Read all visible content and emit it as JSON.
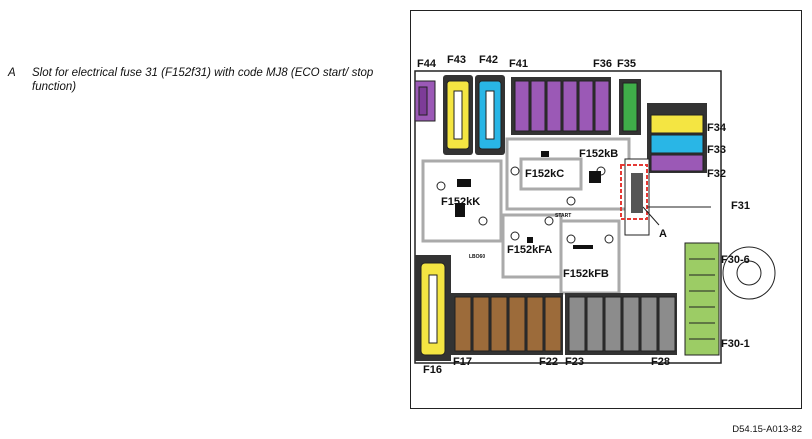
{
  "legend": {
    "key": "A",
    "text": "Slot for electrical fuse 31 (F152f31) with code MJ8 (ECO start/ stop function)"
  },
  "reference": "D54.15-A013-82",
  "labels": {
    "f44": "F44",
    "f43": "F43",
    "f42": "F42",
    "f41": "F41",
    "f36": "F36",
    "f35": "F35",
    "f34": "F34",
    "f33": "F33",
    "f32": "F32",
    "f31": "F31",
    "a": "A",
    "f152kb": "F152kB",
    "f152kc": "F152kC",
    "f152kk": "F152kK",
    "f152kfa": "F152kFA",
    "f152kfb": "F152kFB",
    "f30_6": "F30-6",
    "f30_1": "F30-1",
    "f17": "F17",
    "f22": "F22",
    "f23": "F23",
    "f28": "F28",
    "f16": "F16"
  },
  "colors": {
    "purple": "#9b59b6",
    "yellow": "#f4e542",
    "cyan": "#29b6e6",
    "green": "#3fae49",
    "light_green": "#9ccc65",
    "brown": "#9c6b3a",
    "gray": "#8c8c8c",
    "highlight": "#e53935"
  }
}
